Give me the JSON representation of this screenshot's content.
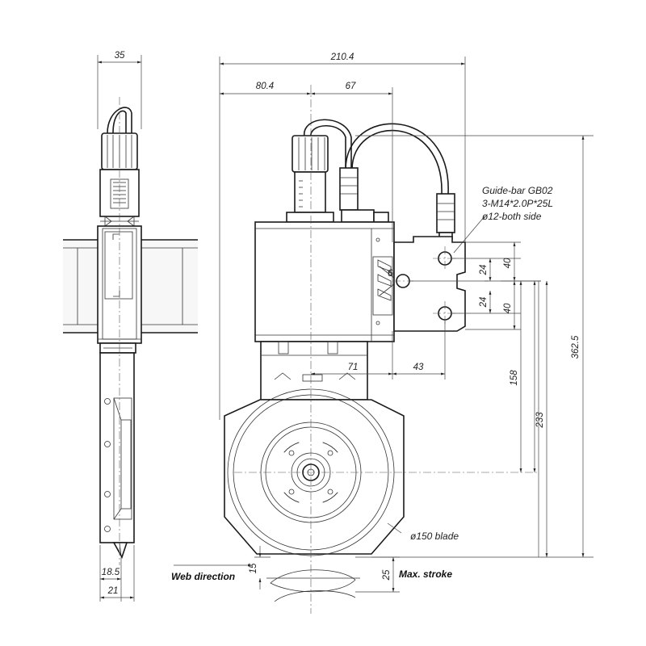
{
  "dimensions": {
    "side_width": "35",
    "overall_width": "210.4",
    "left_offset": "80.4",
    "right_offset": "67",
    "hole_spacing_top": "40",
    "hole_spacing_bottom": "40",
    "hole_pitch_top": "24",
    "hole_pitch_bottom": "24",
    "angle": "60°",
    "guide_offset": "71",
    "guide_depth": "43",
    "height_158": "158",
    "height_233": "233",
    "overall_height": "362.5",
    "blade_extension": "15",
    "stroke": "25",
    "tip_width": "18.5",
    "base_width": "21"
  },
  "annotations": {
    "guide_bar_title": "Guide-bar GB02",
    "guide_bar_thread": "3-M14*2.0P*25L",
    "guide_bar_pin": "ø12-both side",
    "blade": "ø150 blade",
    "web_direction": "Web direction",
    "max_stroke": "Max. stroke"
  }
}
